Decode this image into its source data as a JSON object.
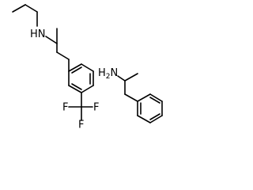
{
  "molecules": [
    {
      "id": "fenfluramine",
      "atoms": {
        "amine": {
          "element": "N",
          "hydrogen": "H"
        },
        "fluorine_1": "F",
        "fluorine_2": "F",
        "fluorine_3": "F"
      }
    },
    {
      "id": "phentermine",
      "atoms": {
        "amine": {
          "element": "N",
          "hydrogen": "H",
          "hydrogen_count": "2"
        }
      }
    }
  ]
}
